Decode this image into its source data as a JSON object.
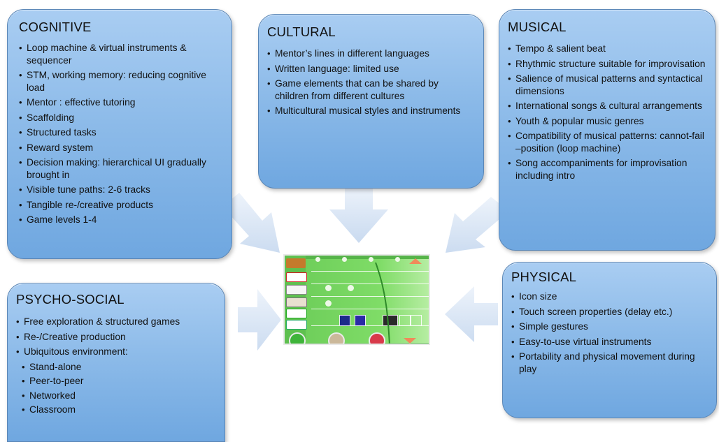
{
  "cognitive": {
    "title": "COGNITIVE",
    "items": [
      "Loop machine & virtual instruments & sequencer",
      "STM, working memory: reducing cognitive load",
      "Mentor : effective tutoring",
      "Scaffolding",
      "Structured tasks",
      "Reward system",
      "Decision making: hierarchical  UI gradually brought in",
      "Visible tune paths: 2-6 tracks",
      "Tangible re-/creative products",
      "Game levels 1-4"
    ]
  },
  "cultural": {
    "title": "CULTURAL",
    "items": [
      "Mentor’s lines in different languages",
      "Written language: limited use",
      " Game elements that can be shared by children from different cultures",
      " Multicultural musical styles and instruments"
    ]
  },
  "musical": {
    "title": "MUSICAL",
    "items": [
      "Tempo &  salient beat",
      "Rhythmic structure suitable for improvisation",
      "Salience of musical patterns and syntactical dimensions",
      "International songs & cultural arrangements",
      "Youth & popular music genres",
      "Compatibility of musical patterns: cannot-fail –position (loop machine)",
      "Song accompaniments for improvisation  including intro"
    ]
  },
  "psychosocial": {
    "title": "PSYCHO-SOCIAL",
    "items": [
      "Free exploration & structured games",
      "Re-/Creative production",
      "Ubiquitous environment:"
    ],
    "subitems": [
      "Stand-alone",
      "Peer-to-peer",
      "Networked",
      "Classroom"
    ]
  },
  "physical": {
    "title": "PHYSICAL",
    "items": [
      "Icon size",
      "Touch screen properties (delay etc.)",
      "Simple gestures",
      "Easy-to-use virtual instruments",
      "Portability and physical movement during play"
    ]
  },
  "colors": {
    "box_fill": "#8dbbe9",
    "box_border": "#5a86b6",
    "arrow_fill": "#c9daef",
    "game_green": "#5ec04f"
  },
  "game_image": {
    "icon": "music-game-screenshot"
  }
}
